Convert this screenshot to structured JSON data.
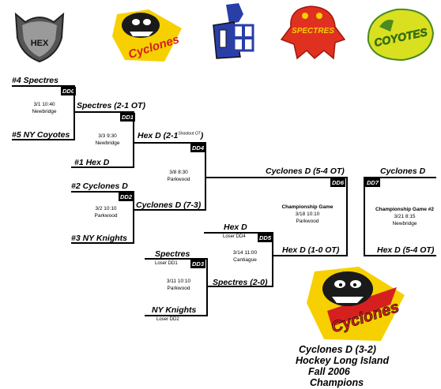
{
  "logos": {
    "hex": {
      "text": "HEX",
      "color": "#7a7a7a"
    },
    "cyclones": {
      "text": "Cyclones",
      "color": "#d62020"
    },
    "knights": {
      "color": "#2a3ea8"
    },
    "spectres": {
      "text": "SPECTRES",
      "color": "#e03020"
    },
    "coyotes": {
      "text": "COYOTES",
      "color": "#d8e020"
    }
  },
  "seeds": {
    "s4": "#4 Spectres",
    "s5": "#5 NY Coyotes",
    "s1": "#1 Hex D",
    "s2": "#2 Cyclones D",
    "s3": "#3 NY Knights"
  },
  "games": {
    "dd0": {
      "id": "DD0",
      "date": "3/1  10:40",
      "place": "Newbridge"
    },
    "dd1": {
      "id": "DD1",
      "date": "3/3  9:30",
      "place": "Newbridge"
    },
    "dd2": {
      "id": "DD2",
      "date": "3/2  10:10",
      "place": "Parkwood"
    },
    "dd3": {
      "id": "DD3",
      "date": "3/11  10:10",
      "place": "Parkwood"
    },
    "dd4": {
      "id": "DD4",
      "date": "3/8  8:30",
      "place": "Parkwood"
    },
    "dd5": {
      "id": "DD5",
      "date": "3/14  11:00",
      "place": "Cantiague"
    },
    "dd6": {
      "id": "DD6",
      "title": "Championship Game",
      "date": "3/18  10:10",
      "place": "Parkwood"
    },
    "dd7": {
      "id": "DD7",
      "title": "Championship Game #2",
      "date": "3/21  8:15",
      "place": "Newbridge"
    }
  },
  "results": {
    "dd0_winner": "Spectres (2-1 OT)",
    "dd1_winner": "Hex D  (2-1",
    "dd1_note": "Shootout OT",
    "dd1_close": ")",
    "dd2_winner": "Cyclones D (7-3)",
    "dd3_winner": "Spectres (2-0)",
    "dd4_winner": "Cyclones D (5-4 OT)",
    "dd5_winner": "Hex D (1-0 OT)",
    "dd6_winner": "Cyclones D",
    "dd7_winner": "Hex D (5-4 OT)"
  },
  "losers": {
    "dd4_team": "Hex D",
    "dd4_label": "Loser DD4",
    "dd1_team": "Spectres",
    "dd1_label": "Loser DD1",
    "dd2_team": "NY Knights",
    "dd2_label": "Loser DD2"
  },
  "champions": {
    "line1": "Cyclones D (3-2)",
    "line2": "Hockey Long Island",
    "line3": "Fall 2006",
    "line4": "Champions"
  }
}
